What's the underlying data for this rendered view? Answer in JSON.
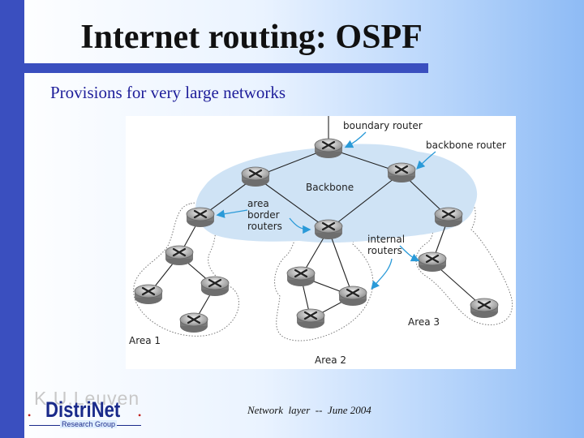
{
  "slide": {
    "title": "Internet routing:  OSPF",
    "subtitle": "Provisions for very large networks",
    "footer": "Network  layer  --  June 2004"
  },
  "diagram": {
    "labels": {
      "boundary_router": "boundary router",
      "backbone_router": "backbone router",
      "backbone": "Backbone",
      "area_border_1": "area",
      "area_border_2": "border",
      "area_border_3": "routers",
      "internal_1": "internal",
      "internal_2": "routers",
      "area1": "Area 1",
      "area2": "Area 2",
      "area3": "Area 3"
    }
  },
  "logo": {
    "university": "K.U.Leuven",
    "name": "DistriNet",
    "group": "Research Group"
  },
  "colors": {
    "accent": "#3a4fbf",
    "subtitle": "#1e1e9a",
    "backbone_fill": "#cfe3f5",
    "arrow": "#2a9ad8"
  }
}
